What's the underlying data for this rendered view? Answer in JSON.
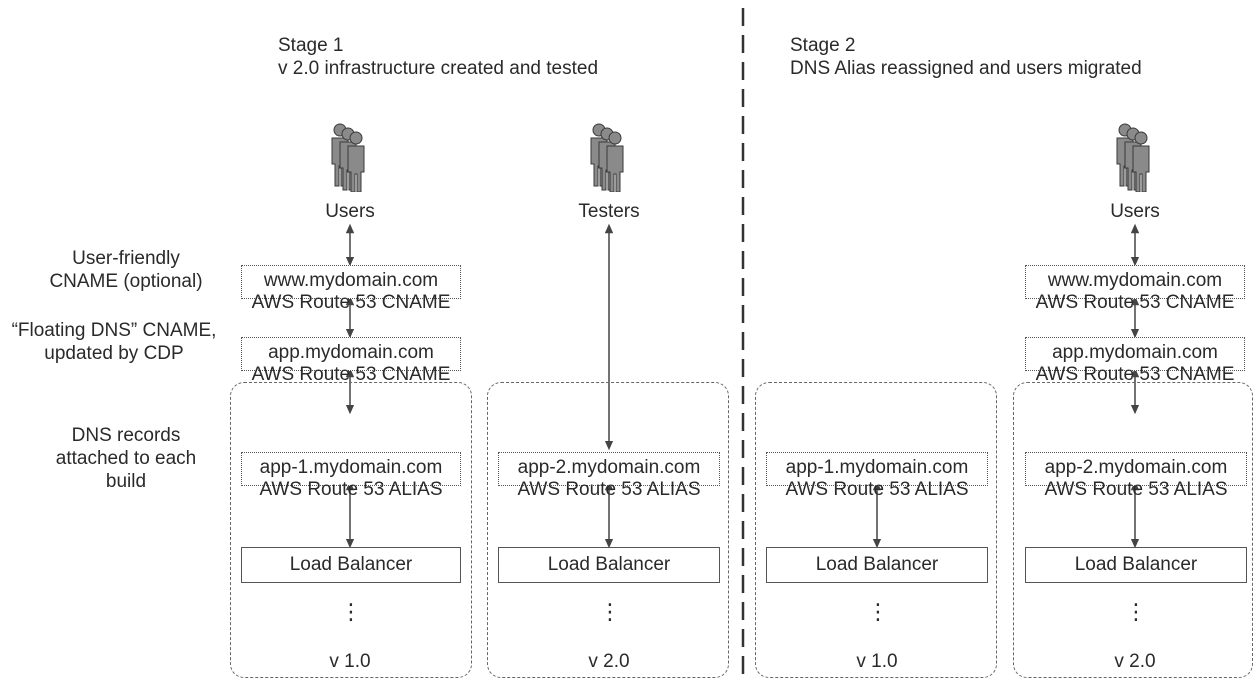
{
  "stage1": {
    "title": "Stage 1",
    "subtitle": "v 2.0 infrastructure created and tested"
  },
  "stage2": {
    "title": "Stage 2",
    "subtitle": "DNS Alias reassigned and users migrated"
  },
  "side_labels": {
    "user_friendly": [
      "User-friendly",
      "CNAME (optional)"
    ],
    "floating": [
      "“Floating DNS” CNAME,",
      "updated by CDP"
    ],
    "dns_records": [
      "DNS records",
      "attached to each",
      "build"
    ]
  },
  "actors": {
    "users": "Users",
    "testers": "Testers"
  },
  "records": {
    "www": [
      "www.mydomain.com",
      "AWS Route 53 CNAME"
    ],
    "app": [
      "app.mydomain.com",
      "AWS Route 53 CNAME"
    ],
    "app1": [
      "app-1.mydomain.com",
      "AWS Route 53 ALIAS"
    ],
    "app2": [
      "app-2.mydomain.com",
      "AWS Route 53 ALIAS"
    ]
  },
  "load_balancer": "Load Balancer",
  "ellipsis": "⋮",
  "versions": {
    "v1": "v 1.0",
    "v2": "v 2.0"
  },
  "colors": {
    "line": "#555555",
    "person": "#8a8a8a",
    "person_outline": "#3a3a3a"
  }
}
